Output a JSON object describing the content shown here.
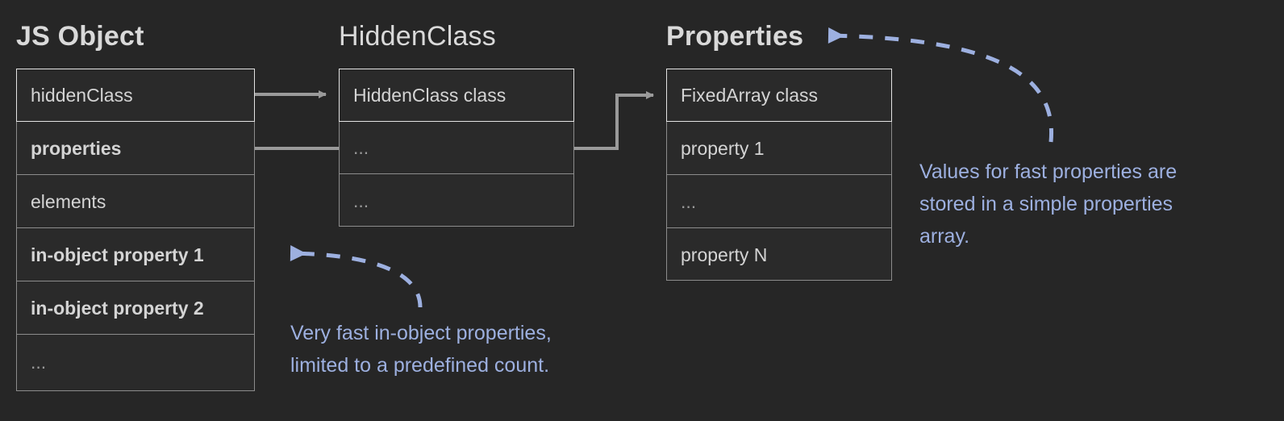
{
  "diagram": {
    "title_js_object": "JS Object",
    "title_hidden_class": "HiddenClass",
    "title_properties": "Properties",
    "colors": {
      "background": "#262626",
      "box_border": "#8c8c8c",
      "header_border": "#e3e3e3",
      "text": "#d4d4d4",
      "title_text": "#d9d9d9",
      "connector": "#9a9a9a",
      "annotation_blue": "#9db0e0"
    },
    "js_object": {
      "rows": [
        {
          "label": "hiddenClass",
          "bold": false,
          "header": true
        },
        {
          "label": "properties",
          "bold": true,
          "header": false
        },
        {
          "label": "elements",
          "bold": false,
          "header": false
        },
        {
          "label": "in-object property 1",
          "bold": true,
          "header": false
        },
        {
          "label": "in-object property 2",
          "bold": true,
          "header": false
        },
        {
          "label": "...",
          "bold": false,
          "header": false
        }
      ]
    },
    "hidden_class": {
      "rows": [
        {
          "label": "HiddenClass class",
          "bold": false,
          "header": true
        },
        {
          "label": "...",
          "bold": false,
          "header": false
        },
        {
          "label": "...",
          "bold": false,
          "header": false
        }
      ]
    },
    "properties": {
      "rows": [
        {
          "label": "FixedArray class",
          "bold": false,
          "header": true
        },
        {
          "label": "property 1",
          "bold": false,
          "header": false
        },
        {
          "label": "...",
          "bold": false,
          "header": false
        },
        {
          "label": "property N",
          "bold": false,
          "header": false
        }
      ]
    },
    "annotations": {
      "in_object": "Very fast in-object properties,\nlimited to a predefined count.",
      "fast_properties": "Values for fast properties are\nstored in a simple properties\narray."
    }
  }
}
